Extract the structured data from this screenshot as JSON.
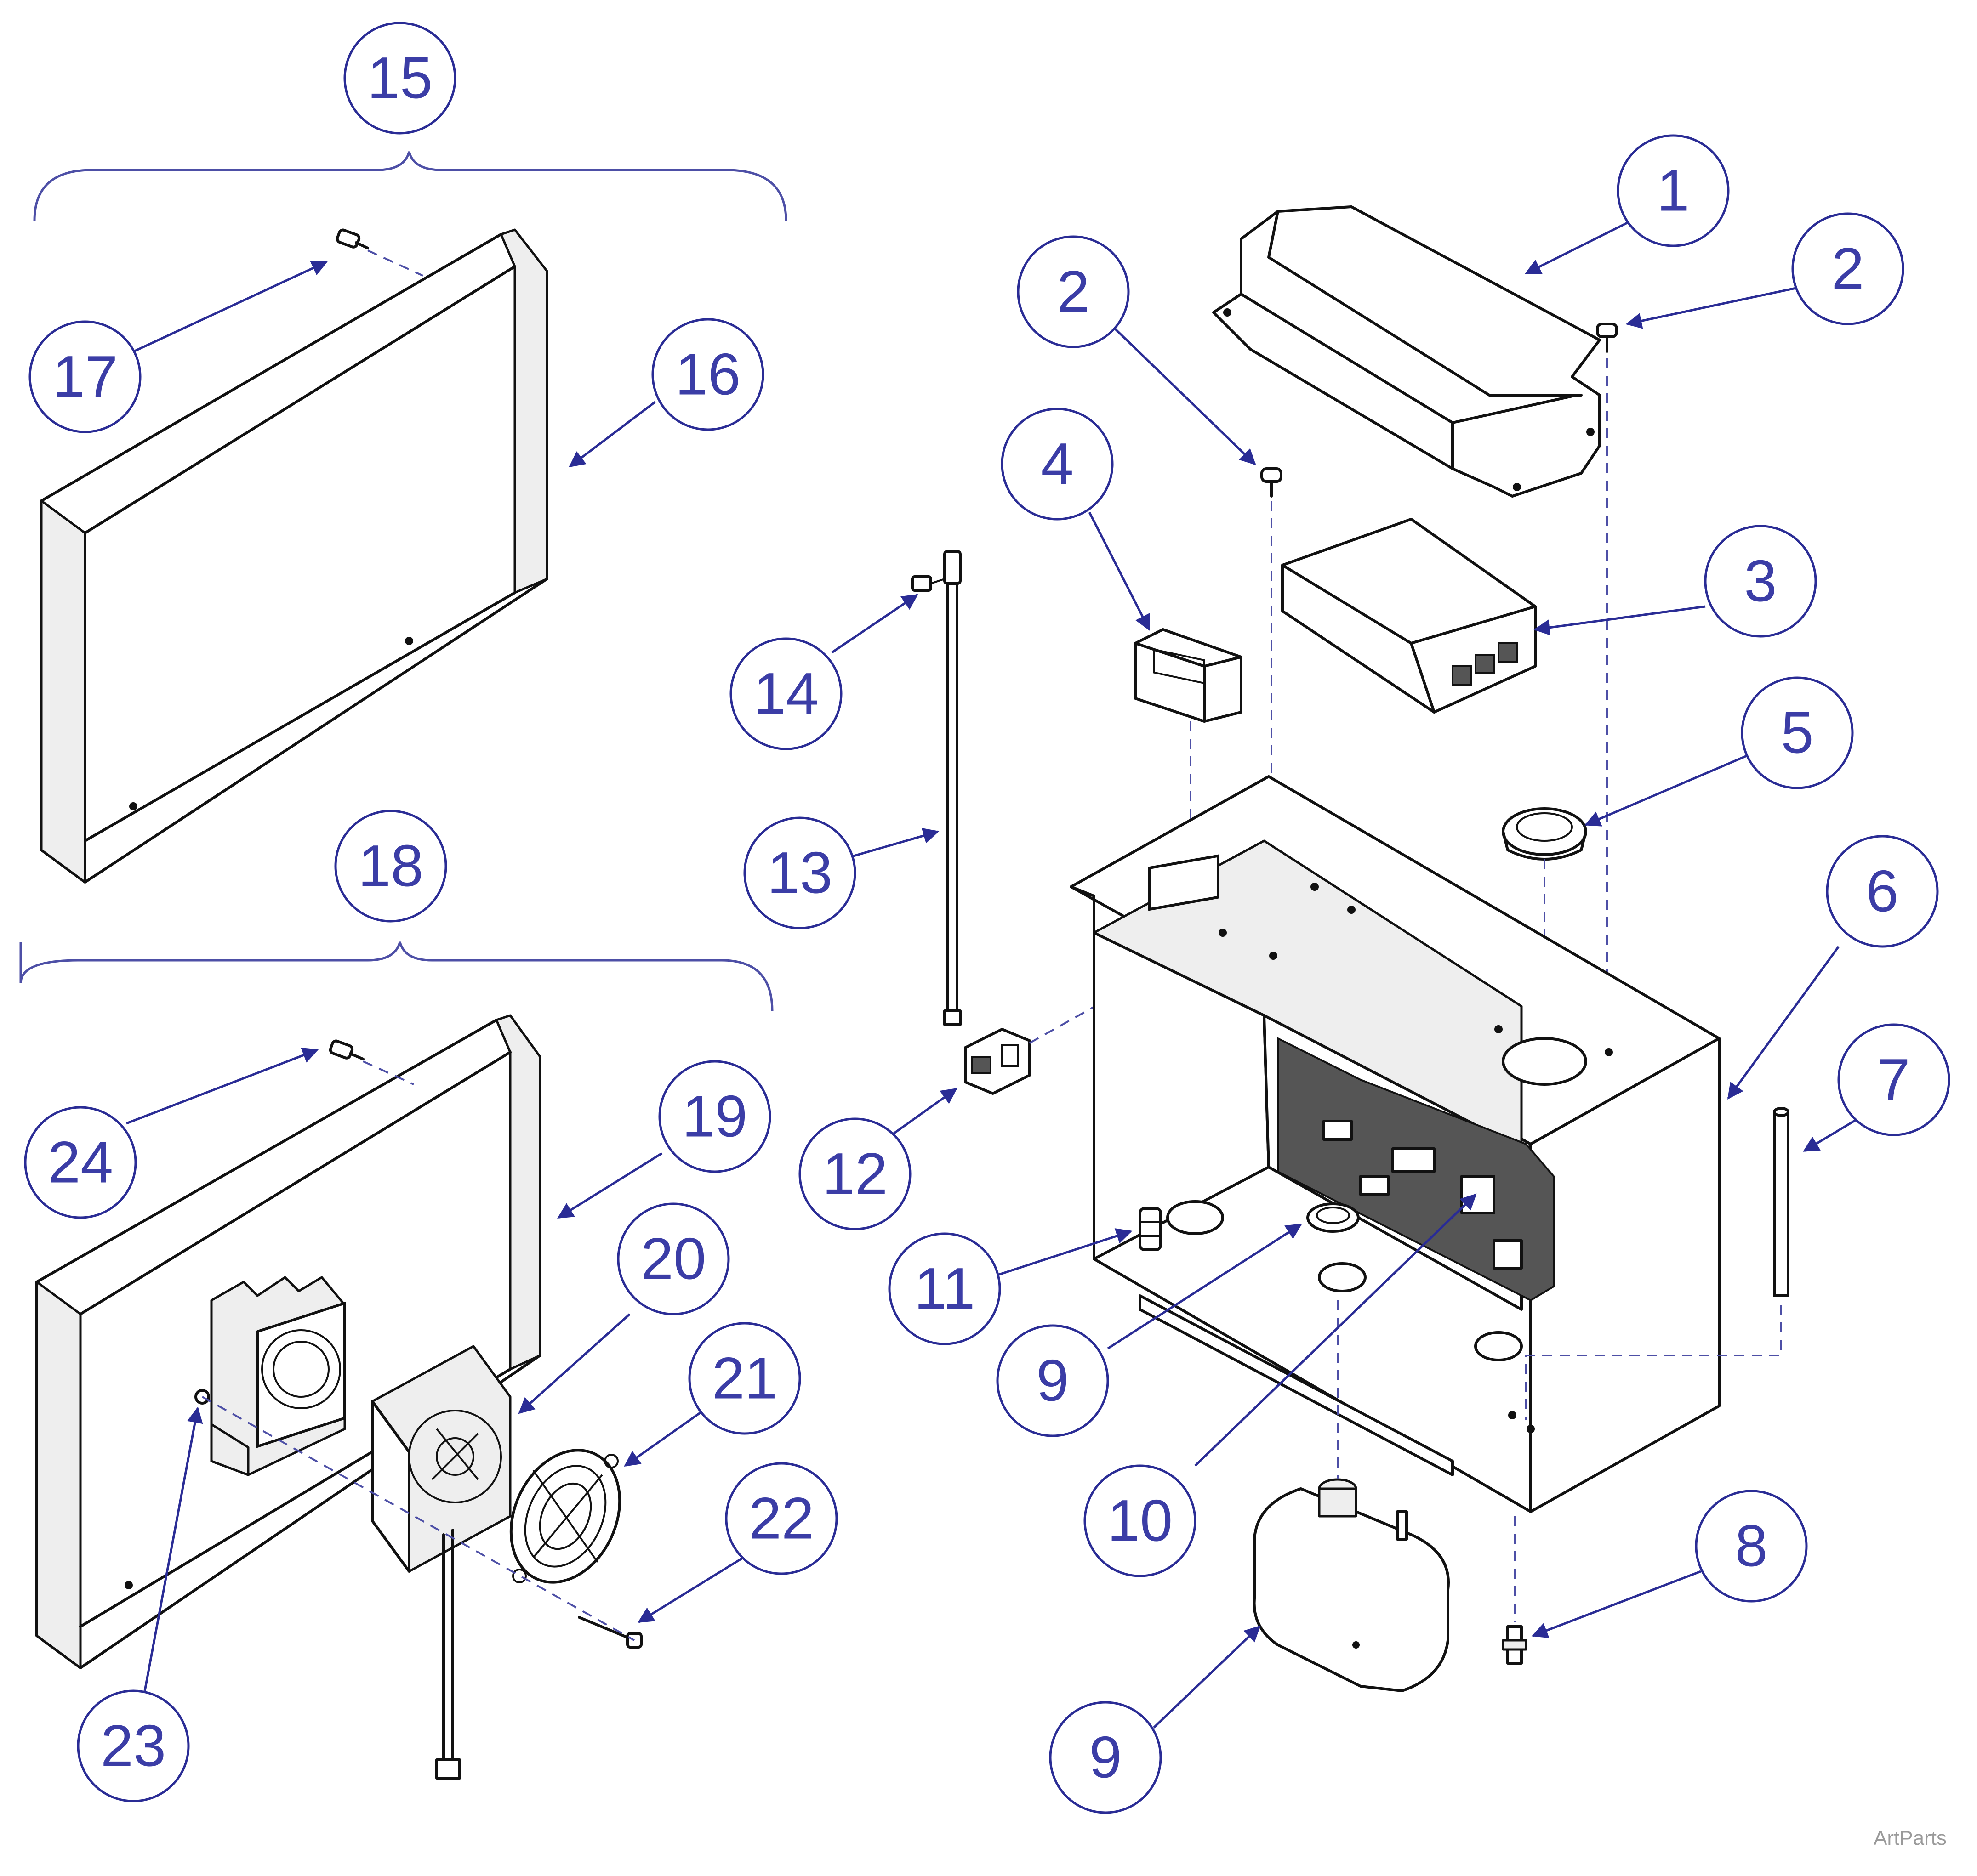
{
  "callouts": [
    {
      "label": "15"
    },
    {
      "label": "16"
    },
    {
      "label": "17"
    },
    {
      "label": "18"
    },
    {
      "label": "19"
    },
    {
      "label": "20"
    },
    {
      "label": "21"
    },
    {
      "label": "22"
    },
    {
      "label": "23"
    },
    {
      "label": "24"
    },
    {
      "label": "1"
    },
    {
      "label": "2"
    },
    {
      "label": "2"
    },
    {
      "label": "3"
    },
    {
      "label": "4"
    },
    {
      "label": "5"
    },
    {
      "label": "6"
    },
    {
      "label": "7"
    },
    {
      "label": "8"
    },
    {
      "label": "9"
    },
    {
      "label": "9"
    },
    {
      "label": "10"
    },
    {
      "label": "11"
    },
    {
      "label": "12"
    },
    {
      "label": "13"
    },
    {
      "label": "14"
    }
  ],
  "watermark": "ArtParts",
  "colors": {
    "callout": "#3b3da6",
    "line": "#111111",
    "leader": "#2a2c95"
  }
}
